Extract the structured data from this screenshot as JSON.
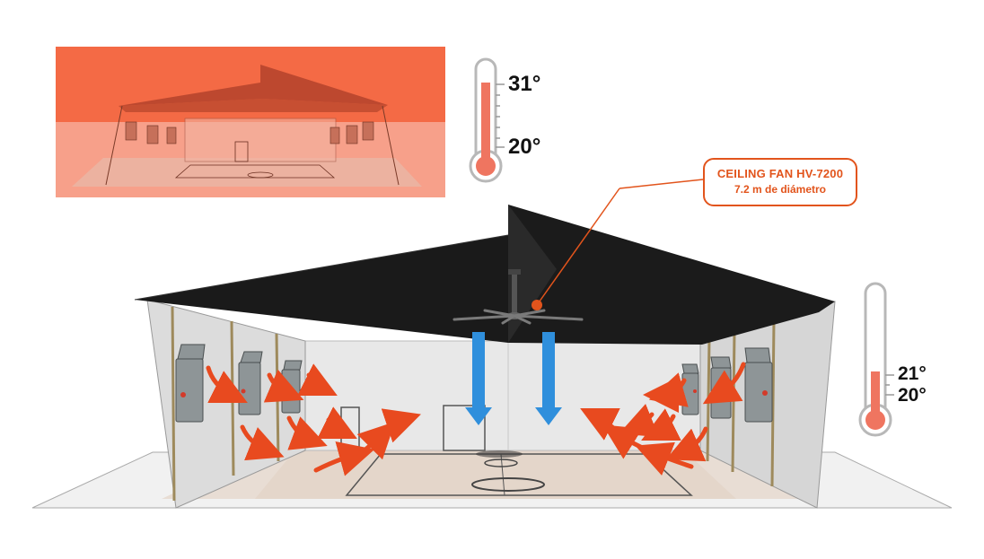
{
  "callout": {
    "line1": "CEILING FAN HV-7200",
    "line2": "7.2 m de diámetro"
  },
  "thermometer_before": {
    "high_label": "31°",
    "low_label": "20°"
  },
  "thermometer_after": {
    "high_label": "21°",
    "low_label": "20°"
  },
  "colors": {
    "hot_overlay": "#f46a45",
    "accent_orange": "#e2541c",
    "airflow_blue": "#2f8fdc",
    "roof": "#1a1a1a",
    "thermo_fill": "#ef7560"
  }
}
